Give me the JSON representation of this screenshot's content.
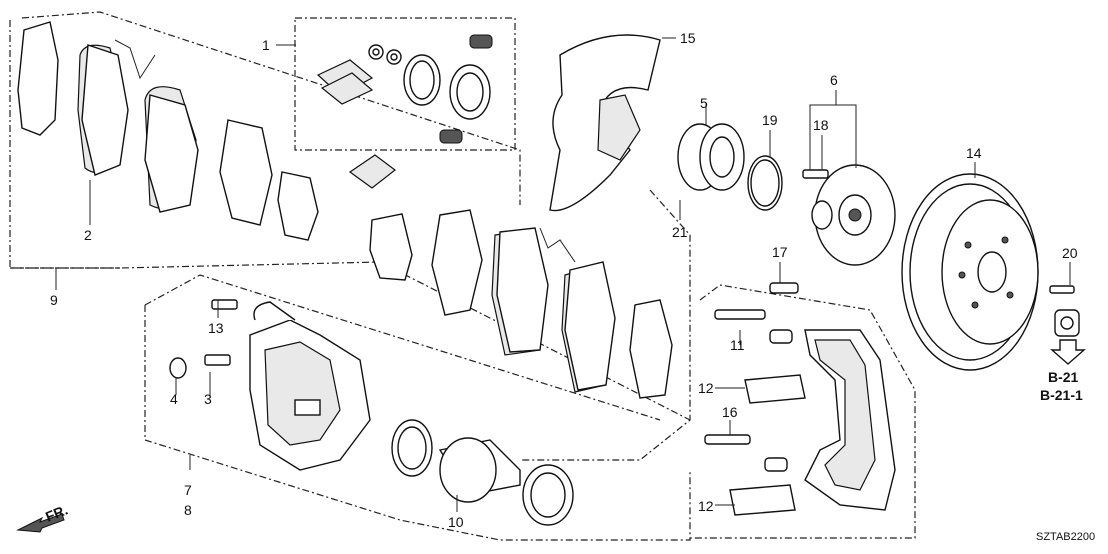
{
  "labels": {
    "l1": "1",
    "l2": "2",
    "l3": "3",
    "l4": "4",
    "l5": "5",
    "l6": "6",
    "l7": "7",
    "l8": "8",
    "l9": "9",
    "l10": "10",
    "l11": "11",
    "l12a": "12",
    "l12b": "12",
    "l13": "13",
    "l14": "14",
    "l15": "15",
    "l16": "16",
    "l17": "17",
    "l18": "18",
    "l19": "19",
    "l20": "20",
    "l21": "21"
  },
  "refs": {
    "b21": "B-21",
    "b211": "B-21-1"
  },
  "direction": "FR.",
  "diagram_code": "SZTAB2200"
}
